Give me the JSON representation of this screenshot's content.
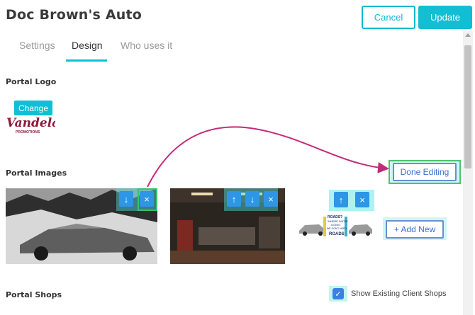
{
  "header": {
    "title": "Doc Brown's Auto",
    "cancel_label": "Cancel",
    "update_label": "Update"
  },
  "tabs": [
    {
      "label": "Settings",
      "active": false
    },
    {
      "label": "Design",
      "active": true
    },
    {
      "label": "Who uses it",
      "active": false
    }
  ],
  "logo_section": {
    "label": "Portal Logo",
    "change_label": "Change",
    "logo_text": "Vandelay",
    "logo_subtext": "PROMOTIONS"
  },
  "images_section": {
    "label": "Portal Images",
    "done_label": "Done Editing",
    "add_label": "+ Add New",
    "images": [
      {
        "name": "delorean-beach",
        "controls": [
          "↓",
          "×"
        ]
      },
      {
        "name": "garage-workshop",
        "controls": [
          "↑",
          "↓",
          "×"
        ]
      },
      {
        "name": "roads-sign-delorean",
        "controls": [
          "↑",
          "×"
        ]
      }
    ],
    "roads_text": [
      "ROADS?",
      "WHERE WE'RE",
      "GOING",
      "WE DON'T NEED",
      "ROADS"
    ]
  },
  "shops_section": {
    "label": "Portal Shops",
    "checkbox_label": "Show Existing Client Shops",
    "checked": true
  },
  "colors": {
    "accent": "#11bed4",
    "link": "#3b6fcf",
    "annotation_arrow": "#c42a7a"
  }
}
